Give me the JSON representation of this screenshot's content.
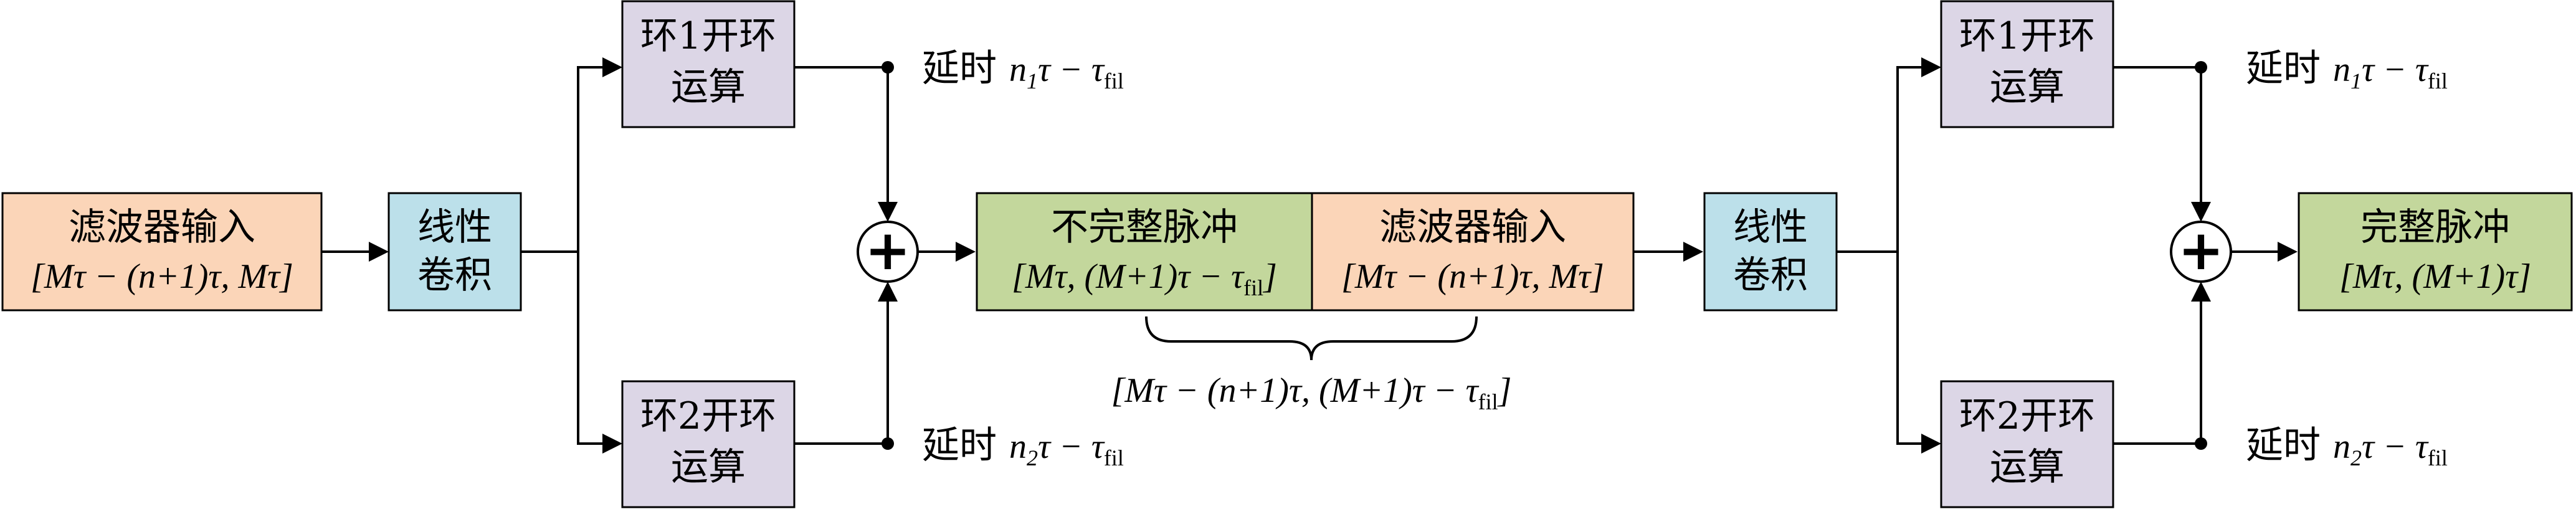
{
  "colors": {
    "filter_input": "#fbd5b8",
    "conv": "#bce0ea",
    "loop": "#dcd6e6",
    "incomplete": "#c3d79c",
    "complete": "#c3d79c",
    "stroke": "#000000"
  },
  "blocks": {
    "filter_input_1": {
      "line1": "滤波器输入",
      "line2": "[Mτ − (n+1)τ, Mτ]"
    },
    "conv_1": {
      "line1": "线性",
      "line2": "卷积"
    },
    "loop1_1": {
      "line1": "环1开环",
      "line2": "运算"
    },
    "loop2_1": {
      "line1": "环2开环",
      "line2": "运算"
    },
    "incomplete_pulse": {
      "line1": "不完整脉冲",
      "line2": "[Mτ, (M+1)τ − τ",
      "line2_sub": "fil",
      "line2_end": "]"
    },
    "filter_input_2": {
      "line1": "滤波器输入",
      "line2": "[Mτ − (n+1)τ, Mτ]"
    },
    "conv_2": {
      "line1": "线性",
      "line2": "卷积"
    },
    "loop1_2": {
      "line1": "环1开环",
      "line2": "运算"
    },
    "loop2_2": {
      "line1": "环2开环",
      "line2": "运算"
    },
    "complete_pulse": {
      "line1": "完整脉冲",
      "line2": "[Mτ, (M+1)τ]"
    }
  },
  "delays": {
    "top_1": {
      "cn": "延时",
      "expr_a": "n",
      "expr_a_sub": "1",
      "expr_b": "τ − τ",
      "expr_b_sub": "fil"
    },
    "bottom_1": {
      "cn": "延时",
      "expr_a": "n",
      "expr_a_sub": "2",
      "expr_b": "τ − τ",
      "expr_b_sub": "fil"
    },
    "top_2": {
      "cn": "延时",
      "expr_a": "n",
      "expr_a_sub": "1",
      "expr_b": "τ − τ",
      "expr_b_sub": "fil"
    },
    "bottom_2": {
      "cn": "延时",
      "expr_a": "n",
      "expr_a_sub": "2",
      "expr_b": "τ − τ",
      "expr_b_sub": "fil"
    }
  },
  "brace_label": {
    "text": "[Mτ − (n+1)τ, (M+1)τ − τ",
    "sub": "fil",
    "end": "]"
  },
  "sum_symbol": "+"
}
